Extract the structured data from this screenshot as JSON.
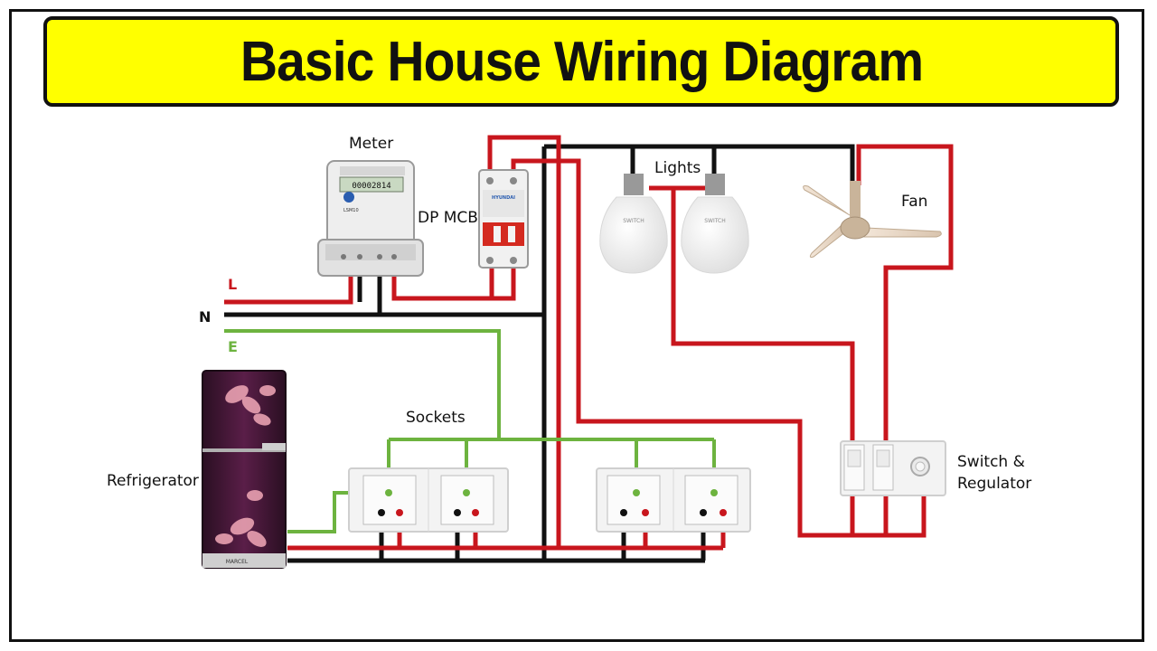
{
  "title": "Basic House Wiring Diagram",
  "labels": {
    "meter": "Meter",
    "mcb": "DP MCB",
    "lights": "Lights",
    "fan": "Fan",
    "sockets": "Sockets",
    "refrigerator": "Refrigerator",
    "switch_line1": "Switch &",
    "switch_line2": "Regulator"
  },
  "lines": {
    "live": "L",
    "neutral": "N",
    "earth": "E"
  },
  "meter_display": "00002814",
  "meter_model": "LSM10",
  "mcb_brand": "HYUNDAI",
  "bulb_text": "SWITCH",
  "fridge_brand": "MARCEL",
  "colors": {
    "live": "#c8161d",
    "neutral": "#111111",
    "earth": "#6db33f",
    "title_bg": "#ffff00"
  }
}
